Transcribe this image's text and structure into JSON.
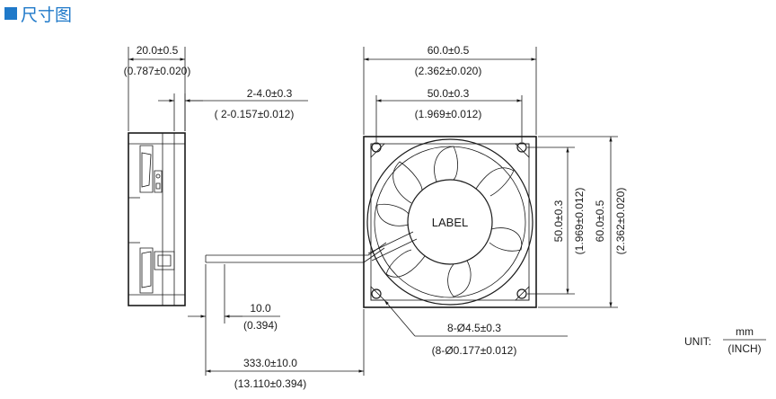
{
  "section_title": "尺寸图",
  "dimensions": {
    "side_width": {
      "value": "20.0±0.5",
      "inch": "(0.787±0.020)"
    },
    "mount_thickness": {
      "value": "2-4.0±0.3",
      "inch": "( 2-0.157±0.012)"
    },
    "frame_width": {
      "value": "60.0±0.5",
      "inch": "(2.362±0.020)"
    },
    "hole_spacing_h": {
      "value": "50.0±0.3",
      "inch": "(1.969±0.012)"
    },
    "hole_spacing_v": {
      "value": "50.0±0.3",
      "inch": "(1.969±0.012)"
    },
    "frame_height": {
      "value": "60.0±0.5",
      "inch": "(2.362±0.020)"
    },
    "wire_strip": {
      "value": "10.0",
      "inch": "(0.394)"
    },
    "holes": {
      "value": "8-Ø4.5±0.3",
      "inch": "(8-Ø0.177±0.012)"
    },
    "lead_length": {
      "value": "333.0±10.0",
      "inch": "(13.110±0.394)"
    }
  },
  "hub_label": "LABEL",
  "unit": {
    "prefix": "UNIT:",
    "top": "mm",
    "bottom": "(INCH)"
  }
}
